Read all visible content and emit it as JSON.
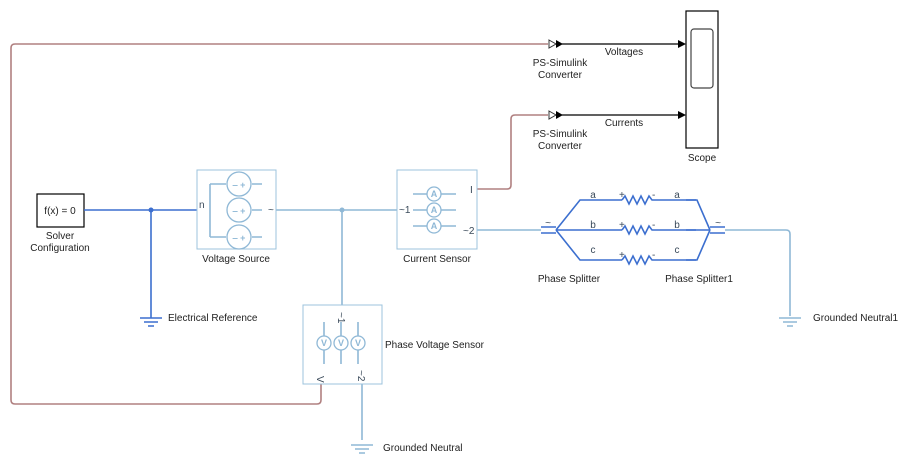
{
  "blocks": {
    "solver": {
      "expr": "f(x) = 0",
      "label_line1": "Solver",
      "label_line2": "Configuration"
    },
    "electrical_reference": {
      "label": "Electrical Reference"
    },
    "voltage_source": {
      "label": "Voltage Source",
      "port_n": "n",
      "port_out": "~"
    },
    "current_sensor": {
      "label": "Current Sensor",
      "port_in": "~1",
      "port_out": "~2",
      "port_i": "I"
    },
    "phase_voltage_sensor": {
      "label": "Phase Voltage Sensor",
      "port_in": "~1",
      "port_out": "~2",
      "port_v": "V"
    },
    "grounded_neutral": {
      "label": "Grounded Neutral"
    },
    "grounded_neutral1": {
      "label": "Grounded Neutral1"
    },
    "phase_splitter": {
      "label": "Phase Splitter",
      "phases": [
        "a",
        "b",
        "c"
      ]
    },
    "phase_splitter1": {
      "label": "Phase Splitter1",
      "phases": [
        "a",
        "b",
        "c"
      ]
    },
    "ps_converter_1": {
      "label_line1": "PS-Simulink",
      "label_line2": "Converter"
    },
    "ps_converter_2": {
      "label_line1": "PS-Simulink",
      "label_line2": "Converter"
    },
    "scope": {
      "label": "Scope"
    }
  },
  "signals": {
    "voltages": "Voltages",
    "currents": "Currents"
  },
  "colors": {
    "electrical": "#3c6fcf",
    "three_phase": "#8fb8d6",
    "physical_signal": "#b08080",
    "simulink_signal": "#000000"
  }
}
